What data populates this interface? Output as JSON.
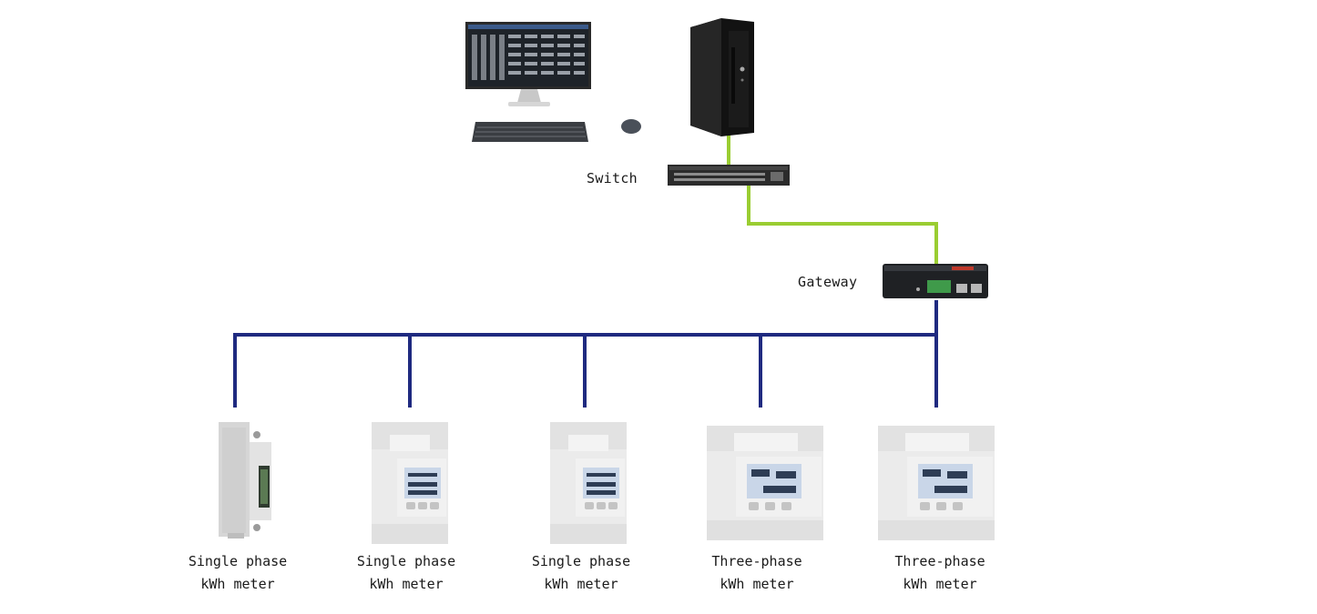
{
  "labels": {
    "switch": "Switch",
    "gateway": "Gateway"
  },
  "meters": [
    {
      "line1": "Single phase",
      "line2": "kWh meter",
      "kind": "single-din"
    },
    {
      "line1": "Single phase",
      "line2": "kWh meter",
      "kind": "single-wide"
    },
    {
      "line1": "Single phase",
      "line2": "kWh meter",
      "kind": "single-wide"
    },
    {
      "line1": "Three-phase",
      "line2": "kWh meter",
      "kind": "three"
    },
    {
      "line1": "Three-phase",
      "line2": "kWh meter",
      "kind": "three"
    }
  ],
  "colors": {
    "ethernet": "#9acd32",
    "bus": "#1f2a80",
    "device_dark": "#1c1c1c",
    "meter_body": "#e9e9e9",
    "lcd": "#c9d6e8"
  }
}
